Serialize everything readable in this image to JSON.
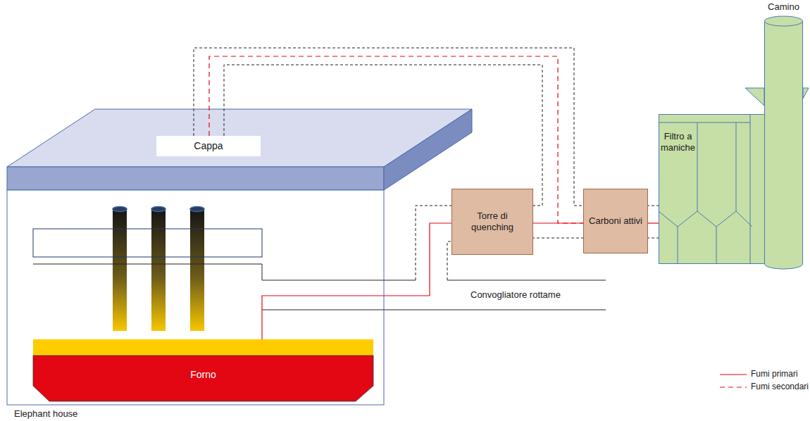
{
  "diagram": {
    "nodes": [
      {
        "text": [
          "Elephant house"
        ]
      },
      {
        "text": [
          "Cappa"
        ],
        "in": 0
      },
      {
        "text": [
          "Forno"
        ],
        "in": 0
      },
      {
        "text": [
          "Torre di quenching"
        ]
      },
      {
        "text": [
          "Carboni attivi"
        ]
      },
      {
        "text": [
          "Filtro a maniche"
        ]
      },
      {
        "text": [
          "Camino"
        ]
      }
    ],
    "edges": [
      {
        "from": 2,
        "to": 3,
        "arrow": "none"
      },
      {
        "from": 1,
        "to": 4,
        "arrow": "none"
      },
      {
        "from": 3,
        "to": 4,
        "arrow": "none"
      },
      {
        "from": 4,
        "to": 5,
        "arrow": "none"
      }
    ],
    "labels": [
      "Convogliatore rottame"
    ],
    "legend": [
      {
        "text": "Fumi primari"
      },
      {
        "text": "Fumi secondari"
      }
    ]
  }
}
